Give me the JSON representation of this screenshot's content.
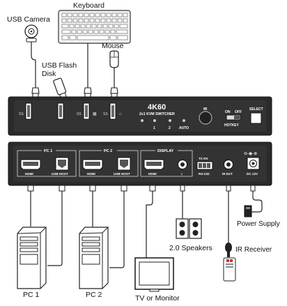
{
  "devices": {
    "usb_camera": "USB Camera",
    "keyboard": "Keyboard",
    "mouse": "Mouse",
    "usb_flash_disk_line1": "USB Flash",
    "usb_flash_disk_line2": "Disk",
    "power_supply": "Power Supply",
    "speakers": "2.0 Speakers",
    "ir_receiver": "IR Receiver",
    "pc1": "PC 1",
    "pc2": "PC 2",
    "tv_monitor": "TV or Monitor"
  },
  "front_panel": {
    "model": "4K60",
    "subtitle": "2x1 KVM SWITCHER",
    "ir_label": "IR",
    "hotkey_on": "ON",
    "hotkey_off": "OFF",
    "hotkey_label": "HOTKEY",
    "select_label": "SELECT",
    "led_labels": [
      "1",
      "2",
      "AUTO"
    ]
  },
  "rear_panel": {
    "pc1_group": "PC 1",
    "pc2_group": "PC 2",
    "display_group": "DISPLAY",
    "hdmi": "HDMI",
    "usb_host": "USB HOST",
    "rs232": "RS-232",
    "rs232_pins": "TX  RX",
    "ir_ext": "IR EXT",
    "dc": "DC 12V"
  }
}
